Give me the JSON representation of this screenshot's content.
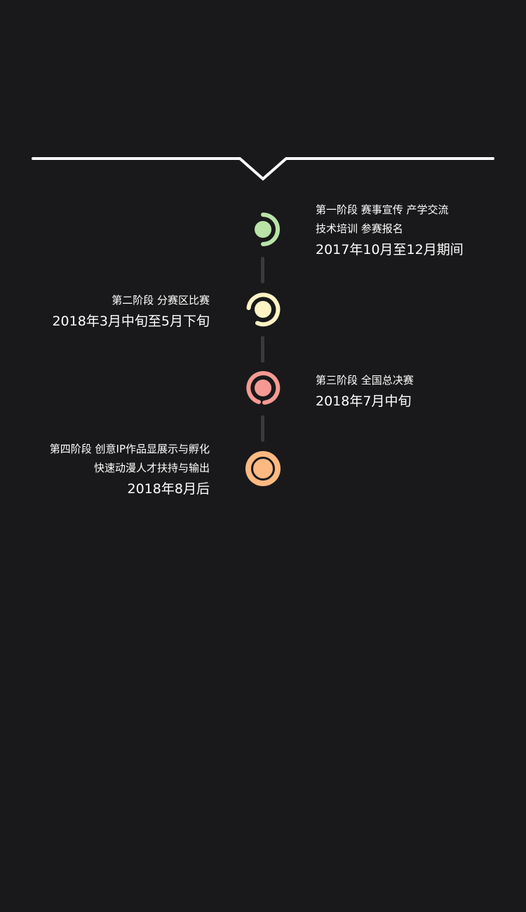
{
  "colors": {
    "background": "#19191b",
    "connector": "#3a3a3d",
    "stage1": "#b9e3a7",
    "stage2": "#fff3c4",
    "stage3": "#f59a93",
    "stage4": "#fdb982"
  },
  "stages": [
    {
      "lines": [
        "第一阶段 赛事宣传 产学交流",
        "技术培训  参赛报名"
      ],
      "date": "2017年10月至12月期间",
      "icon": "progress-ring-icon"
    },
    {
      "lines": [
        "第二阶段  分赛区比赛"
      ],
      "date": "2018年3月中旬至5月下旬",
      "icon": "progress-ring-icon"
    },
    {
      "lines": [
        "第三阶段 全国总决赛"
      ],
      "date": "2018年7月中旬",
      "icon": "progress-ring-icon"
    },
    {
      "lines": [
        "第四阶段 创意IP作品显展示与孵化",
        "快速动漫人才扶持与输出"
      ],
      "date": "2018年8月后",
      "icon": "ring-icon"
    }
  ]
}
